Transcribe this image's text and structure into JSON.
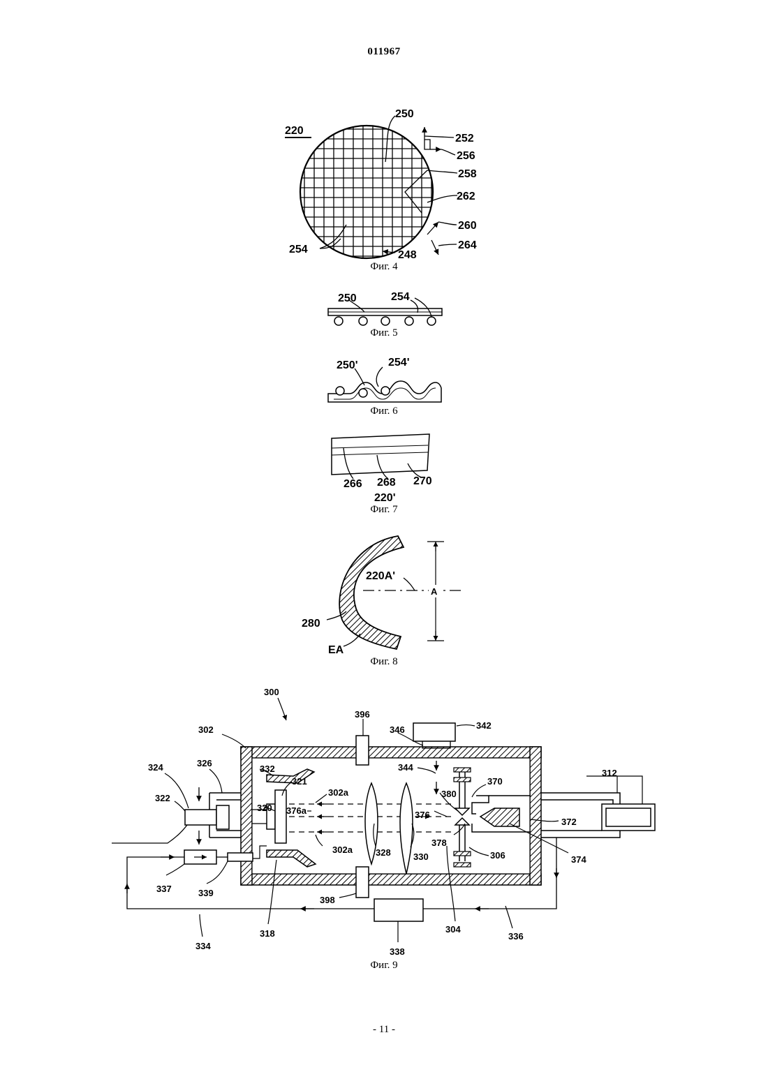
{
  "page": {
    "document_number": "011967",
    "page_number": "- 11 -"
  },
  "figures": [
    {
      "id": "fig4",
      "caption": "Фиг. 4",
      "labels": {
        "main": "220",
        "l250": "250",
        "l252": "252",
        "l256": "256",
        "l258": "258",
        "l262": "262",
        "l260": "260",
        "l264": "264",
        "l254": "254",
        "l248": "248"
      }
    },
    {
      "id": "fig5",
      "caption": "Фиг. 5",
      "labels": {
        "l250": "250",
        "l254": "254"
      }
    },
    {
      "id": "fig6",
      "caption": "Фиг. 6",
      "labels": {
        "l250p": "250'",
        "l254p": "254'"
      }
    },
    {
      "id": "fig7",
      "caption": "Фиг. 7",
      "labels": {
        "l266": "266",
        "l268": "268",
        "l270": "270",
        "l220p": "220'"
      }
    },
    {
      "id": "fig8",
      "caption": "Фиг. 8",
      "labels": {
        "l220ap": "220A'",
        "lA": "A",
        "l280": "280",
        "lEA": "EA"
      }
    },
    {
      "id": "fig9",
      "caption": "Фиг. 9",
      "labels": {
        "l300": "300",
        "l302": "302",
        "l396": "396",
        "l346": "346",
        "l342": "342",
        "l344": "344",
        "l370": "370",
        "l312": "312",
        "l324": "324",
        "l326": "326",
        "l332": "332",
        "l321": "321",
        "l302a_top": "302a",
        "l380": "380",
        "l322": "322",
        "l320": "320",
        "l376a": "376a",
        "l376": "376",
        "l372": "372",
        "l378": "378",
        "l306": "306",
        "l374": "374",
        "l302a_bot": "302a",
        "l328": "328",
        "l330": "330",
        "l337": "337",
        "l339": "339",
        "l398": "398",
        "l318": "318",
        "l304": "304",
        "l336": "336",
        "l334": "334",
        "l338": "338"
      }
    }
  ]
}
